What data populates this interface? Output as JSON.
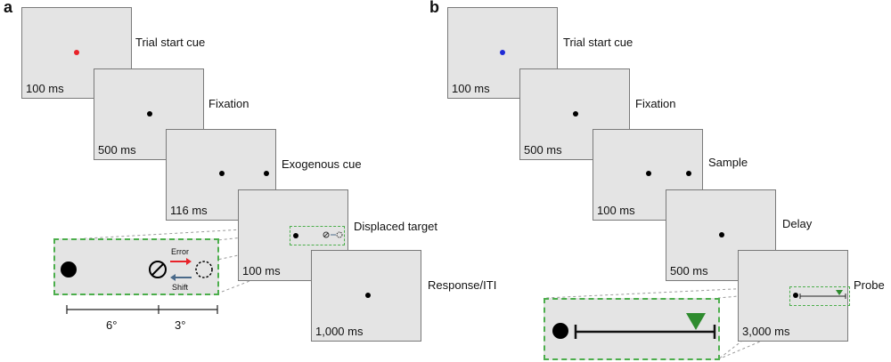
{
  "panel_a": {
    "letter": "a",
    "steps": [
      {
        "label": "Trial start cue",
        "duration": "100 ms"
      },
      {
        "label": "Fixation",
        "duration": "500 ms"
      },
      {
        "label": "Exogenous cue",
        "duration": "116 ms"
      },
      {
        "label": "Displaced target",
        "duration": "100 ms"
      },
      {
        "label": "Response/ITI",
        "duration": "1,000 ms"
      }
    ],
    "inset": {
      "error_label": "Error",
      "shift_label": "Shift"
    },
    "scale": {
      "left": "6°",
      "right": "3°"
    }
  },
  "panel_b": {
    "letter": "b",
    "steps": [
      {
        "label": "Trial start cue",
        "duration": "100 ms"
      },
      {
        "label": "Fixation",
        "duration": "500 ms"
      },
      {
        "label": "Sample",
        "duration": "100 ms"
      },
      {
        "label": "Delay",
        "duration": "500 ms"
      },
      {
        "label": "Probe",
        "duration": "3,000 ms"
      }
    ]
  },
  "colors": {
    "red_cue": "#e8232a",
    "blue_cue": "#1f2bd6",
    "green": "#2e8b2e",
    "error_arrow": "#e8232a",
    "shift_arrow": "#4a6a8a"
  }
}
